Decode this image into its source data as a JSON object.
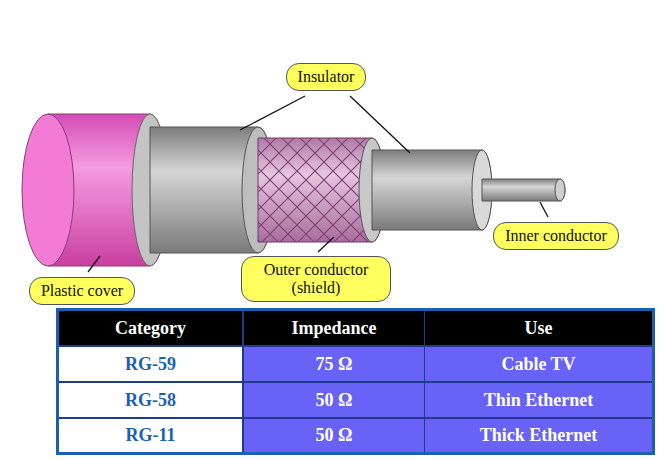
{
  "diagram": {
    "nodes": [
      {
        "text": [
          "Insulator"
        ]
      },
      {
        "text": [
          "Inner conductor"
        ]
      },
      {
        "text": [
          "Outer conductor (shield)"
        ]
      },
      {
        "text": [
          "Plastic cover"
        ]
      }
    ],
    "labels": [
      "Category",
      "Impedance",
      "Use",
      "RG-59",
      "75 Ω",
      "Cable TV",
      "RG-58",
      "50 Ω",
      "Thin Ethernet",
      "RG-11",
      "50 Ω",
      "Thick Ethernet"
    ]
  }
}
